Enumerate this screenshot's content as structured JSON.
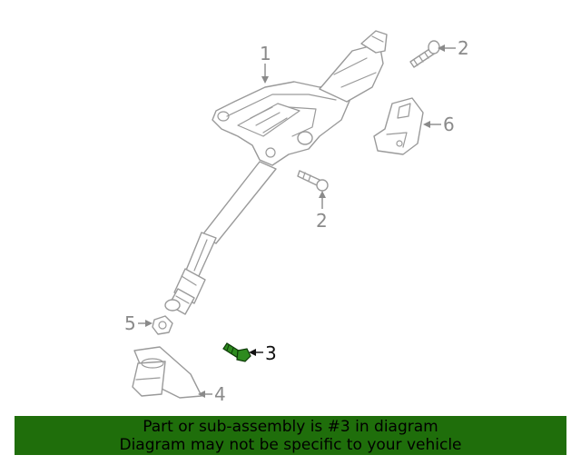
{
  "callouts": {
    "steering_column": "1",
    "bolt_upper": "2",
    "bolt_middle": "2",
    "screw_highlighted": "3",
    "boot_seal": "4",
    "nut": "5",
    "cover_bracket": "6"
  },
  "banner": {
    "line1": "Part or sub-assembly is #3 in diagram",
    "line2": "Diagram may not be specific to your vehicle"
  },
  "colors": {
    "banner_bg": "#1f6e0b",
    "highlight_part": "#2e8b1f",
    "line_art": "#9a9a9a"
  }
}
